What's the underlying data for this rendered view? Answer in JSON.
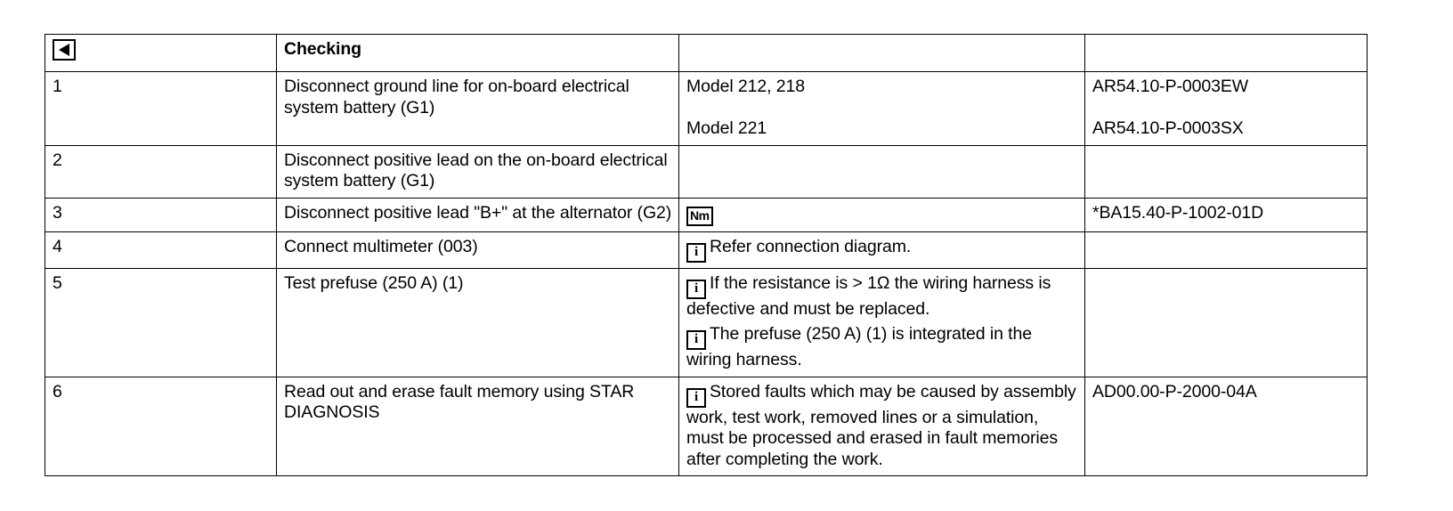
{
  "table": {
    "header": {
      "back_icon": "back-arrow-icon",
      "operation_title": "Checking",
      "note_title": "",
      "reference_title": ""
    },
    "rows": [
      {
        "step": "1",
        "operation": "Disconnect ground line for on-board electrical system battery (G1)",
        "notes": [
          {
            "icon": "",
            "text": "Model 212, 218"
          },
          {
            "icon": "",
            "text": "Model 221"
          }
        ],
        "references": [
          "AR54.10-P-0003EW",
          "AR54.10-P-0003SX"
        ]
      },
      {
        "step": "2",
        "operation": "Disconnect positive lead on the on-board electrical system battery (G1)",
        "notes": [],
        "references": []
      },
      {
        "step": "3",
        "operation": "Disconnect positive lead \"B+\" at the alternator (G2)",
        "notes": [
          {
            "icon": "torque-nm-icon",
            "text": ""
          }
        ],
        "references": [
          "*BA15.40-P-1002-01D"
        ]
      },
      {
        "step": "4",
        "operation": "Connect multimeter (003)",
        "notes": [
          {
            "icon": "info-icon",
            "text": "Refer connection diagram."
          }
        ],
        "references": []
      },
      {
        "step": "5",
        "operation": "Test prefuse (250 A) (1)",
        "notes": [
          {
            "icon": "info-icon",
            "text": "If the resistance is > 1Ω the wiring harness is defective and must be replaced."
          },
          {
            "icon": "info-icon",
            "text": "The prefuse (250 A) (1) is integrated in the wiring harness."
          }
        ],
        "references": []
      },
      {
        "step": "6",
        "operation": "Read out and erase fault memory using STAR DIAGNOSIS",
        "notes": [
          {
            "icon": "info-icon",
            "text": "Stored faults which may be caused by assembly work, test work, removed lines or a simulation, must be processed and erased in fault memories after completing the work."
          }
        ],
        "references": [
          "AD00.00-P-2000-04A"
        ]
      }
    ]
  },
  "icon_labels": {
    "nm": "Nm",
    "info": "i"
  },
  "colors": {
    "border": "#000000",
    "text": "#000000",
    "background": "#ffffff"
  }
}
